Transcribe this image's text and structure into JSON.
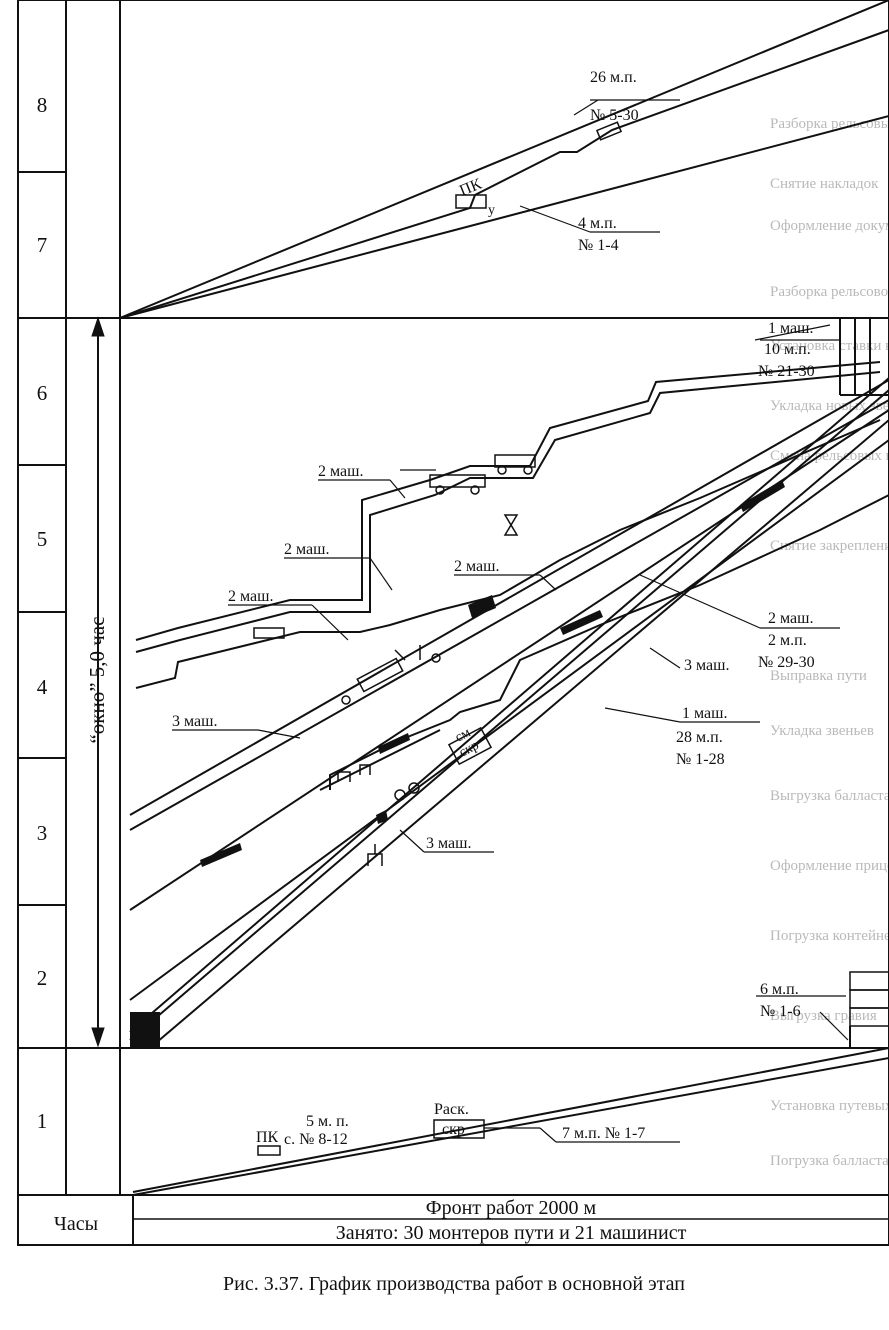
{
  "hours": [
    "8",
    "7",
    "6",
    "5",
    "4",
    "3",
    "2",
    "1"
  ],
  "window_label": "“окно” 5,0 час",
  "footer": {
    "hours_label": "Часы",
    "front": "Фронт работ 2000 м",
    "occupied": "Занято: 30 монтеров пути и 21 машинист"
  },
  "caption": "Рис. 3.37. График производства работ в основной этап",
  "labels": {
    "l8_top": "26 м.п.",
    "l8_bottom": "№ 5-30",
    "pk": "ПК",
    "u": "у",
    "l7_top": "4 м.п.",
    "l7_bottom": "№ 1-4",
    "r6_a": "1 маш.",
    "r6_b": "10 м.п.",
    "r6_c": "№ 21-30",
    "m2_a": "2 маш.",
    "m2_b": "2 маш.",
    "m2_c": "2 маш.",
    "m2_d": "2 маш.",
    "r4_a": "2 маш.",
    "r4_b": "2 м.п.",
    "r4_c": "№ 29-30",
    "m3_a": "3 маш.",
    "m3_b": "3 маш.",
    "m3_c": "3 маш.",
    "m1_a": "1 маш.",
    "m1_b": "28 м.п.",
    "m1_c": "№ 1-28",
    "sm": "см",
    "skr": "скр",
    "r2_a": "6 м.п.",
    "r2_b": "№ 1-6",
    "h1_pk": "ПК",
    "h1_a": "5 м. п.",
    "h1_b": "с. № 8-12",
    "h1_rask": "Раск.",
    "h1_skr": "скр",
    "h1_right": "7 м.п. № 1-7"
  }
}
